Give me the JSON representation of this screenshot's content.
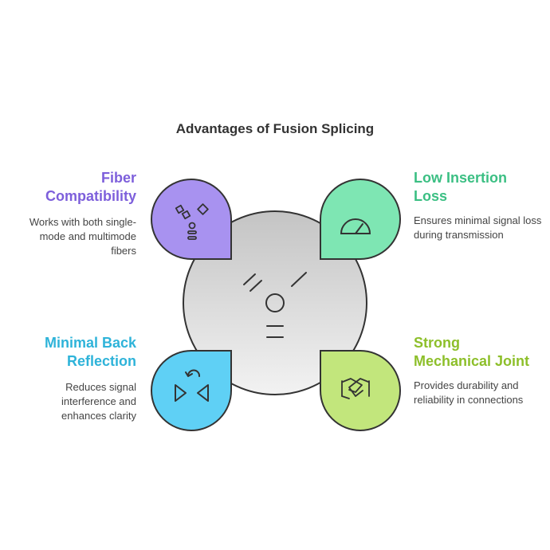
{
  "title": "Advantages of Fusion Splicing",
  "colors": {
    "fiber": "#7d5fdb",
    "insertion": "#3bbf83",
    "reflection": "#2eb3d9",
    "mechanical": "#8dbf2a",
    "text": "#444444"
  },
  "quadrants": {
    "top_left": {
      "heading": "Fiber Compatibility",
      "description": "Works with both single-mode and multimode fibers",
      "icon": "fiber-connector-icon"
    },
    "top_right": {
      "heading": "Low Insertion Loss",
      "description": "Ensures minimal signal loss during transmission",
      "icon": "gauge-icon"
    },
    "bottom_left": {
      "heading": "Minimal Back Reflection",
      "description": "Reduces signal interference and enhances clarity",
      "icon": "reflection-icon"
    },
    "bottom_right": {
      "heading": "Strong Mechanical Joint",
      "description": "Provides durability and reliability in connections",
      "icon": "handshake-icon"
    }
  }
}
